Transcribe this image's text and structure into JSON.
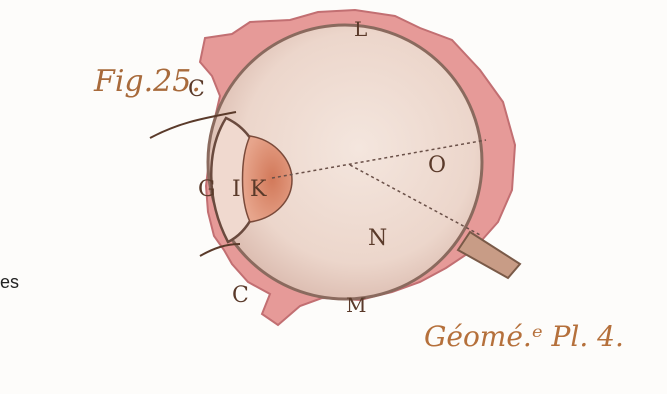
{
  "figure": {
    "title": "Fig.25.",
    "labels": {
      "L": "L",
      "C_top": "C",
      "C_bottom": "C",
      "G": "G",
      "I": "I",
      "K": "K",
      "O": "O",
      "N": "N",
      "M": "M"
    }
  },
  "plate": {
    "label": "Géomé.ᵉ Pl. 4."
  },
  "side_text": "es",
  "colors": {
    "membrane": "#e79a9a",
    "membrane_dark": "#b35d63",
    "globe": "#efdcd2",
    "lens": "#d98a6a",
    "ink": "#5a3a2a",
    "label": "#a86a3b"
  }
}
